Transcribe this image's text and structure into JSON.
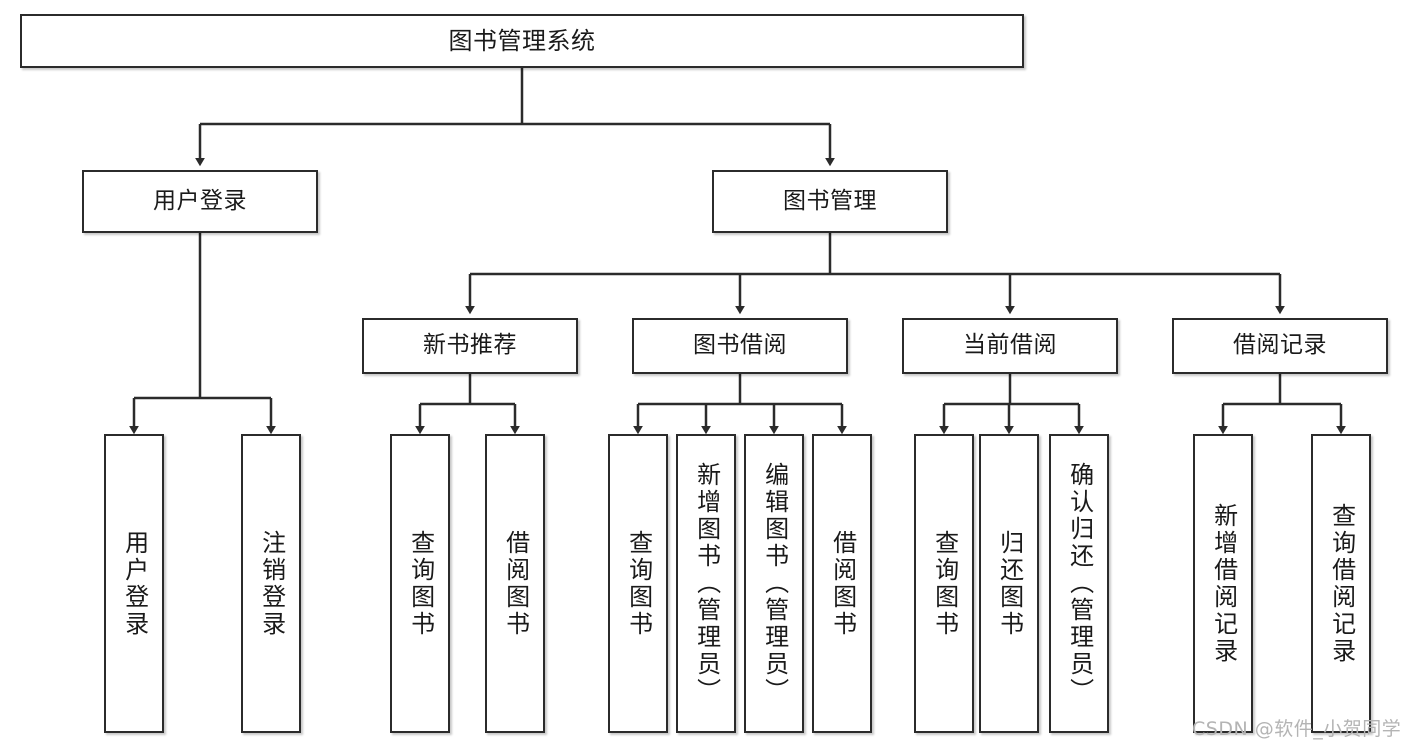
{
  "diagram": {
    "type": "hierarchy-tree",
    "root": {
      "label": "图书管理系统"
    },
    "level2": [
      {
        "label": "用户登录"
      },
      {
        "label": "图书管理"
      }
    ],
    "level3": [
      {
        "label": "新书推荐"
      },
      {
        "label": "图书借阅"
      },
      {
        "label": "当前借阅"
      },
      {
        "label": "借阅记录"
      }
    ],
    "leaves": {
      "user_login": [
        {
          "label": "用户登录"
        },
        {
          "label": "注销登录"
        }
      ],
      "new_book_recommend": [
        {
          "label": "查询图书"
        },
        {
          "label": "借阅图书"
        }
      ],
      "book_borrow": [
        {
          "label": "查询图书"
        },
        {
          "label": "新增图书（管理员）"
        },
        {
          "label": "编辑图书（管理员）"
        },
        {
          "label": "借阅图书"
        }
      ],
      "current_borrow": [
        {
          "label": "查询图书"
        },
        {
          "label": "归还图书"
        },
        {
          "label": "确认归还（管理员）"
        }
      ],
      "borrow_record": [
        {
          "label": "新增借阅记录"
        },
        {
          "label": "查询借阅记录"
        }
      ]
    }
  },
  "watermark": {
    "text": "CSDN @软件_小贺同学"
  },
  "colors": {
    "box_border": "#2b2b2b",
    "box_fill": "#ffffff",
    "line": "#2b2b2b",
    "text": "#1a1a1a",
    "watermark": "#b4b4b4"
  }
}
